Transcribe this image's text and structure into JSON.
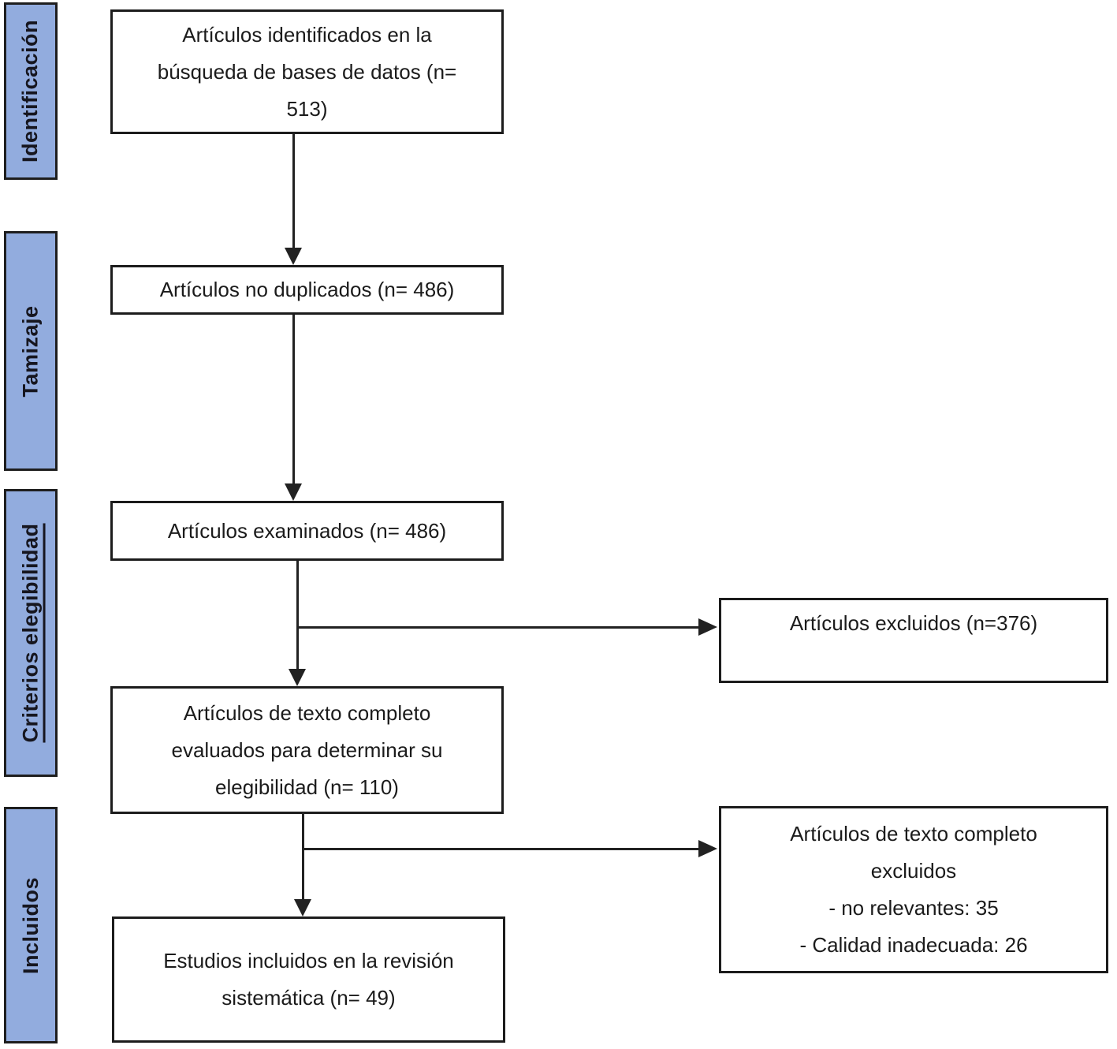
{
  "diagram_type": "prisma-flowchart",
  "colors": {
    "stage_fill": "#92ACDE",
    "stage_border": "#1e1e1e",
    "box_border": "#1c1c1c",
    "line": "#222222",
    "text": "#1b1b1b"
  },
  "stages": {
    "identificacion": {
      "label": "Identificación",
      "underlined": false
    },
    "tamizaje": {
      "label": "Tamizaje",
      "underlined": false
    },
    "criterios": {
      "label": "Criterios elegibilidad",
      "underlined": true
    },
    "incluidos": {
      "label": "Incluidos",
      "underlined": false
    }
  },
  "boxes": {
    "identified": {
      "text": "Artículos identificados en la\nbúsqueda de bases de datos (n=\n513)",
      "n": 513
    },
    "no_duplicates": {
      "text": "Artículos no duplicados (n= 486)",
      "n": 486
    },
    "screened": {
      "text": "Artículos examinados (n= 486)",
      "n": 486
    },
    "fulltext_assessed": {
      "text": "Artículos de texto completo\nevaluados para determinar su\nelegibilidad (n= 110)",
      "n": 110
    },
    "included": {
      "text": "Estudios incluidos en la revisión\nsistemática (n= 49)",
      "n": 49
    },
    "excluded": {
      "text": "Artículos excluidos (n=376)",
      "n": 376
    },
    "fulltext_excluded": {
      "text": "Artículos de texto completo\nexcluidos\n- no relevantes: 35\n- Calidad inadecuada: 26",
      "n_no_relevantes": 35,
      "n_calidad_inadecuada": 26
    }
  }
}
